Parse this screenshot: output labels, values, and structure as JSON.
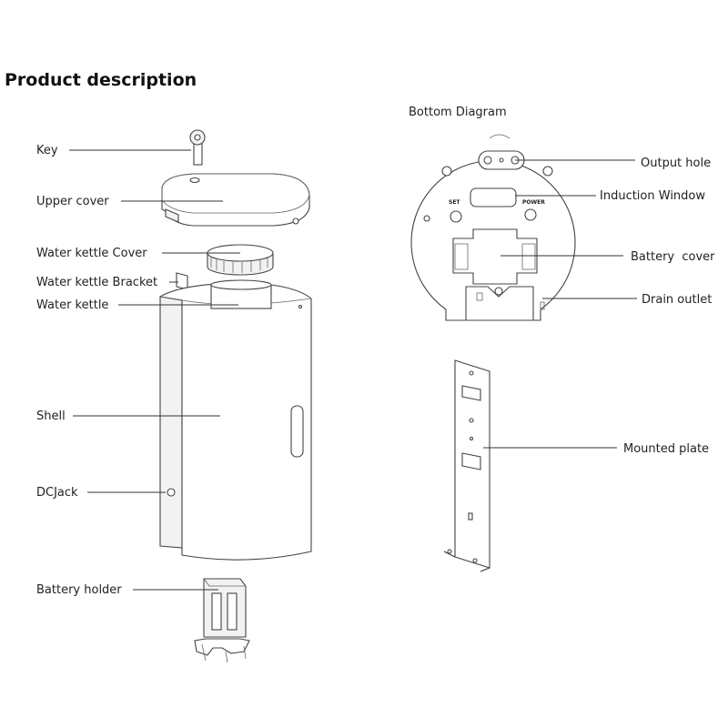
{
  "header": {
    "title": "Product description"
  },
  "bottom_diagram": {
    "title": "Bottom Diagram",
    "set_label": "SET",
    "power_label": "POWER"
  },
  "labels": {
    "key": "Key",
    "upper_cover": "Upper cover",
    "water_kettle_cover": "Water kettle Cover",
    "water_kettle_bracket": "Water kettle Bracket",
    "water_kettle": "Water kettle",
    "shell": "Shell",
    "dc_jack": "DCJack",
    "battery_holder": "Battery holder",
    "output_hole": "Output hole",
    "induction_window": "Induction Window",
    "battery_cover": "Battery  cover",
    "drain_outlet": "Drain outlet",
    "mounted_plate": "Mounted plate"
  }
}
